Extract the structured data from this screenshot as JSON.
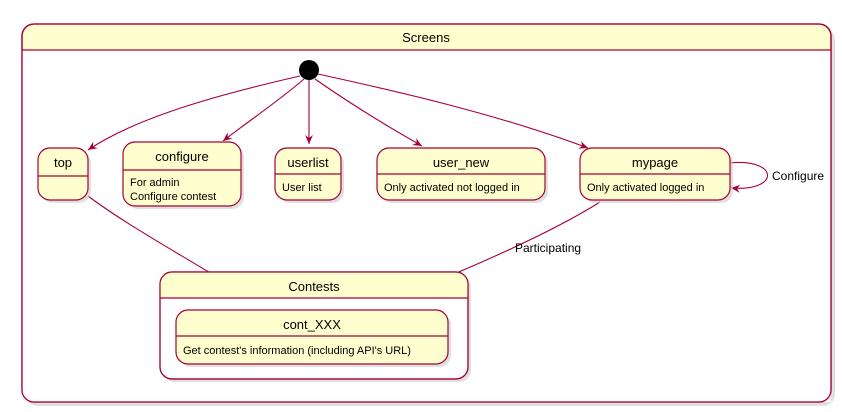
{
  "colors": {
    "state_fill": "#FEFECE",
    "state_border": "#A80036",
    "arrow": "#A80036",
    "initial": "#000000",
    "shadow": "#cccccc"
  },
  "composite": {
    "title": "Screens"
  },
  "states": {
    "top": {
      "name": "top",
      "desc": []
    },
    "configure": {
      "name": "configure",
      "desc": [
        "For admin",
        "Configure contest"
      ]
    },
    "userlist": {
      "name": "userlist",
      "desc": [
        "User list"
      ]
    },
    "user_new": {
      "name": "user_new",
      "desc": [
        "Only activated not logged in"
      ]
    },
    "mypage": {
      "name": "mypage",
      "desc": [
        "Only activated logged in"
      ]
    }
  },
  "contests": {
    "title": "Contests",
    "cont": {
      "name": "cont_XXX",
      "desc": [
        "Get contest's information (including API's URL)"
      ]
    }
  },
  "transitions": {
    "mypage_self": "Configure",
    "mypage_to_cont": "Participating"
  }
}
